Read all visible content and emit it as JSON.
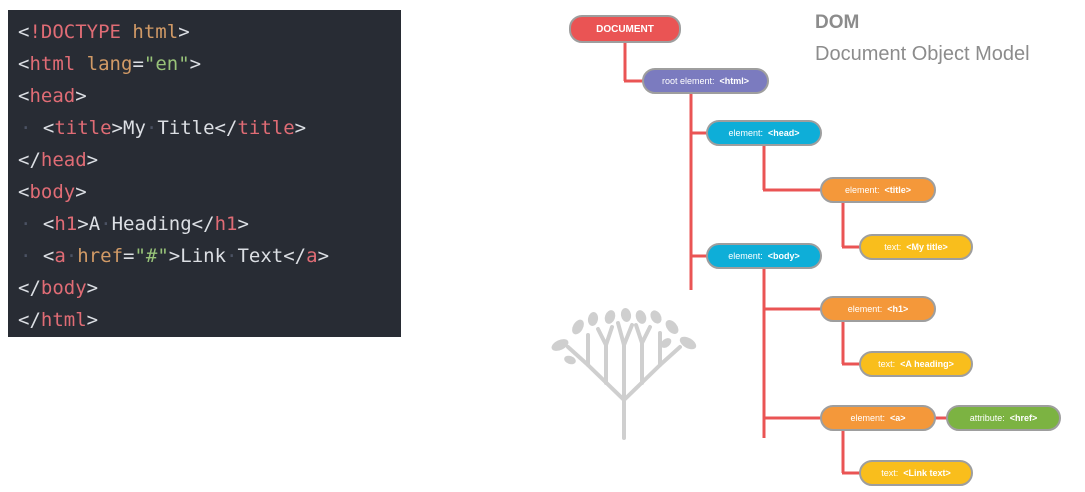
{
  "code": {
    "lines": [
      {
        "indent": false,
        "tokens": [
          {
            "t": "<",
            "c": "punc"
          },
          {
            "t": "!DOCTYPE",
            "c": "kw"
          },
          {
            "t": " ",
            "c": "guide"
          },
          {
            "t": "html",
            "c": "attr"
          },
          {
            "t": ">",
            "c": "punc"
          }
        ]
      },
      {
        "indent": false,
        "tokens": [
          {
            "t": "<",
            "c": "punc"
          },
          {
            "t": "html",
            "c": "tag"
          },
          {
            "t": " ",
            "c": "guide"
          },
          {
            "t": "lang",
            "c": "attr"
          },
          {
            "t": "=",
            "c": "punc"
          },
          {
            "t": "\"en\"",
            "c": "str"
          },
          {
            "t": ">",
            "c": "punc"
          }
        ]
      },
      {
        "indent": false,
        "tokens": [
          {
            "t": "<",
            "c": "punc"
          },
          {
            "t": "head",
            "c": "tag"
          },
          {
            "t": ">",
            "c": "punc"
          }
        ]
      },
      {
        "indent": true,
        "tokens": [
          {
            "t": "· ",
            "c": "guide"
          },
          {
            "t": "<",
            "c": "punc"
          },
          {
            "t": "title",
            "c": "tag"
          },
          {
            "t": ">",
            "c": "punc"
          },
          {
            "t": "My",
            "c": "txt"
          },
          {
            "t": "·",
            "c": "guide"
          },
          {
            "t": "Title",
            "c": "txt"
          },
          {
            "t": "</",
            "c": "punc"
          },
          {
            "t": "title",
            "c": "tag"
          },
          {
            "t": ">",
            "c": "punc"
          }
        ]
      },
      {
        "indent": false,
        "tokens": [
          {
            "t": "</",
            "c": "punc"
          },
          {
            "t": "head",
            "c": "tag"
          },
          {
            "t": ">",
            "c": "punc"
          }
        ]
      },
      {
        "indent": false,
        "tokens": [
          {
            "t": "<",
            "c": "punc"
          },
          {
            "t": "body",
            "c": "tag"
          },
          {
            "t": ">",
            "c": "punc"
          }
        ]
      },
      {
        "indent": true,
        "tokens": [
          {
            "t": "· ",
            "c": "guide"
          },
          {
            "t": "<",
            "c": "punc"
          },
          {
            "t": "h1",
            "c": "tag"
          },
          {
            "t": ">",
            "c": "punc"
          },
          {
            "t": "A",
            "c": "txt"
          },
          {
            "t": "·",
            "c": "guide"
          },
          {
            "t": "Heading",
            "c": "txt"
          },
          {
            "t": "</",
            "c": "punc"
          },
          {
            "t": "h1",
            "c": "tag"
          },
          {
            "t": ">",
            "c": "punc"
          }
        ]
      },
      {
        "indent": true,
        "tokens": [
          {
            "t": "· ",
            "c": "guide"
          },
          {
            "t": "<",
            "c": "punc"
          },
          {
            "t": "a",
            "c": "tag"
          },
          {
            "t": "·",
            "c": "guide"
          },
          {
            "t": "href",
            "c": "attr"
          },
          {
            "t": "=",
            "c": "punc"
          },
          {
            "t": "\"#\"",
            "c": "str"
          },
          {
            "t": ">",
            "c": "punc"
          },
          {
            "t": "Link",
            "c": "txt"
          },
          {
            "t": "·",
            "c": "guide"
          },
          {
            "t": "Text",
            "c": "txt"
          },
          {
            "t": "</",
            "c": "punc"
          },
          {
            "t": "a",
            "c": "tag"
          },
          {
            "t": ">",
            "c": "punc"
          }
        ]
      },
      {
        "indent": false,
        "tokens": [
          {
            "t": "</",
            "c": "punc"
          },
          {
            "t": "body",
            "c": "tag"
          },
          {
            "t": ">",
            "c": "punc"
          }
        ]
      },
      {
        "indent": false,
        "tokens": [
          {
            "t": "</",
            "c": "punc"
          },
          {
            "t": "html",
            "c": "tag"
          },
          {
            "t": ">",
            "c": "punc"
          }
        ]
      }
    ]
  },
  "dom_heading": {
    "title": "DOM",
    "subtitle": "Document Object Model"
  },
  "nodes": {
    "document": {
      "label": "DOCUMENT"
    },
    "root": {
      "label": "root element:",
      "tag": "<html>"
    },
    "head": {
      "label": "element:",
      "tag": "<head>"
    },
    "title": {
      "label": "element:",
      "tag": "<title>"
    },
    "title_text": {
      "label": "text:",
      "tag": "<My title>"
    },
    "body": {
      "label": "element:",
      "tag": "<body>"
    },
    "h1": {
      "label": "element:",
      "tag": "<h1>"
    },
    "h1_text": {
      "label": "text:",
      "tag": "<A heading>"
    },
    "a": {
      "label": "element:",
      "tag": "<a>"
    },
    "a_attr": {
      "label": "attribute:",
      "tag": "<href>"
    },
    "a_text": {
      "label": "text:",
      "tag": "<Link text>"
    }
  },
  "colors": {
    "line": "#ea5454",
    "document": "#ea5454",
    "root": "#7b7bbf",
    "element_blue": "#0eaed8",
    "element_orange": "#f4983a",
    "text": "#f9be1c",
    "attribute": "#7cb342",
    "code_bg": "#282c34"
  },
  "decor": {
    "tree_icon": "tree-icon"
  }
}
